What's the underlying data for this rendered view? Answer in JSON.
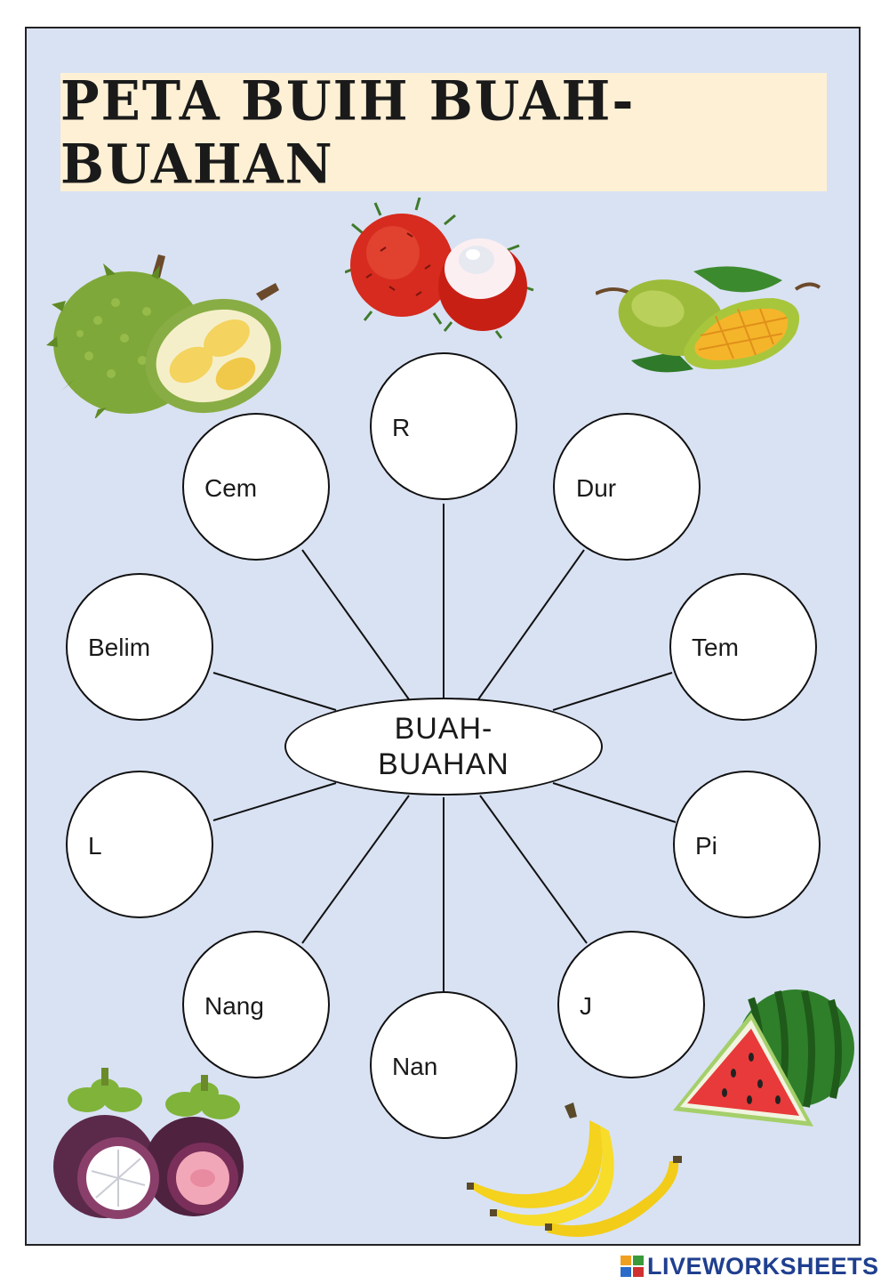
{
  "title": "PETA BUIH BUAH-BUAHAN",
  "center": {
    "line1": "BUAH-",
    "line2": "BUAHAN"
  },
  "bubbles": [
    {
      "id": "r",
      "label": "R"
    },
    {
      "id": "dur",
      "label": "Dur"
    },
    {
      "id": "tem",
      "label": "Tem"
    },
    {
      "id": "pi",
      "label": "Pi"
    },
    {
      "id": "j",
      "label": "J"
    },
    {
      "id": "nan",
      "label": "Nan"
    },
    {
      "id": "nang",
      "label": "Nang"
    },
    {
      "id": "l",
      "label": "L"
    },
    {
      "id": "belim",
      "label": "Belim"
    },
    {
      "id": "cem",
      "label": "Cem"
    }
  ],
  "fruits": [
    "durian-icon",
    "rambutan-icon",
    "mango-icon",
    "mangosteen-icon",
    "banana-icon",
    "watermelon-icon"
  ],
  "brand": {
    "text": "LIVEWORKSHEETS"
  },
  "colors": {
    "background": "#d9e2f3",
    "title_band": "#fdf0d5",
    "brand": "#1f3f8f"
  }
}
